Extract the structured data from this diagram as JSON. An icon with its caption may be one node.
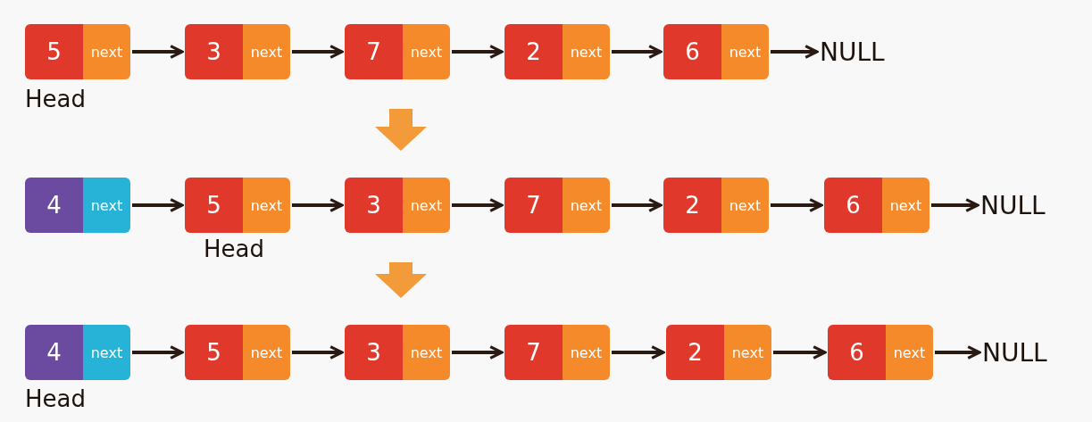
{
  "diagram": {
    "nodes": [
      {
        "text": [
          "5",
          "next"
        ],
        "beside": [
          "Head"
        ]
      },
      {
        "text": [
          "3",
          "next"
        ]
      },
      {
        "text": [
          "7",
          "next"
        ]
      },
      {
        "text": [
          "2",
          "next"
        ]
      },
      {
        "text": [
          "6",
          "next"
        ]
      },
      {
        "text": [
          "NULL"
        ]
      },
      {
        "text": [
          "4",
          "next"
        ]
      },
      {
        "text": [
          "5",
          "next"
        ],
        "beside": [
          "Head"
        ]
      },
      {
        "text": [
          "3",
          "next"
        ]
      },
      {
        "text": [
          "7",
          "next"
        ]
      },
      {
        "text": [
          "2",
          "next"
        ]
      },
      {
        "text": [
          "6",
          "next"
        ]
      },
      {
        "text": [
          "NULL"
        ]
      },
      {
        "text": [
          "4",
          "next"
        ],
        "beside": [
          "Head"
        ]
      },
      {
        "text": [
          "5",
          "next"
        ]
      },
      {
        "text": [
          "3",
          "next"
        ]
      },
      {
        "text": [
          "7",
          "next"
        ]
      },
      {
        "text": [
          "2",
          "next"
        ]
      },
      {
        "text": [
          "6",
          "next"
        ]
      },
      {
        "text": [
          "NULL"
        ]
      }
    ],
    "edges": [
      {
        "from": 0,
        "to": 1,
        "arrow": "to"
      },
      {
        "from": 1,
        "to": 2,
        "arrow": "to"
      },
      {
        "from": 2,
        "to": 3,
        "arrow": "to"
      },
      {
        "from": 3,
        "to": 4,
        "arrow": "to"
      },
      {
        "from": 4,
        "to": 5,
        "arrow": "to"
      },
      {
        "from": 6,
        "to": 7,
        "arrow": "to"
      },
      {
        "from": 7,
        "to": 8,
        "arrow": "to"
      },
      {
        "from": 8,
        "to": 9,
        "arrow": "to"
      },
      {
        "from": 9,
        "to": 10,
        "arrow": "to"
      },
      {
        "from": 10,
        "to": 11,
        "arrow": "to"
      },
      {
        "from": 11,
        "to": 12,
        "arrow": "to"
      },
      {
        "from": 13,
        "to": 14,
        "arrow": "to"
      },
      {
        "from": 14,
        "to": 15,
        "arrow": "to"
      },
      {
        "from": 15,
        "to": 16,
        "arrow": "to"
      },
      {
        "from": 16,
        "to": 17,
        "arrow": "to"
      },
      {
        "from": 17,
        "to": 18,
        "arrow": "to"
      },
      {
        "from": 18,
        "to": 19,
        "arrow": "to"
      },
      {
        "from": 2,
        "to": 8,
        "arrow": "to",
        "style": "thick",
        "color": "#f39a3a"
      },
      {
        "from": 8,
        "to": 15,
        "arrow": "to",
        "style": "thick",
        "color": "#f39a3a"
      }
    ]
  }
}
